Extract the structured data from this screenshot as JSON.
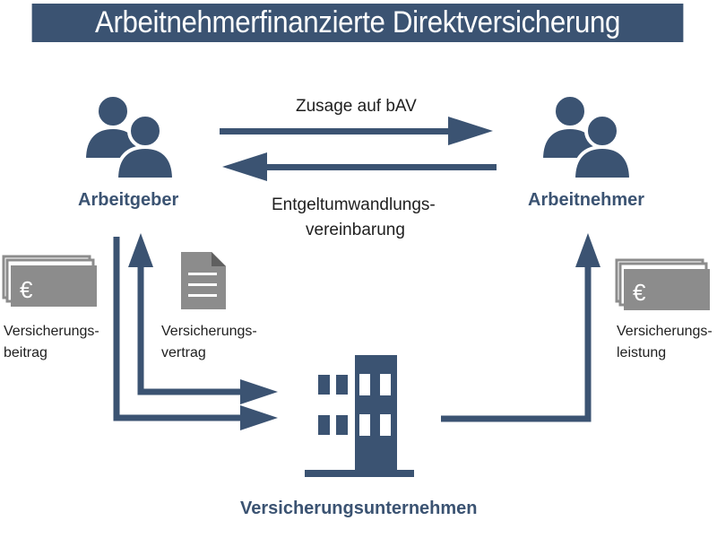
{
  "title": "Arbeitnehmerfinanzierte Direktversicherung",
  "nodes": {
    "employer": "Arbeitgeber",
    "employee": "Arbeitnehmer",
    "insurer": "Versicherungsunternehmen"
  },
  "arrows": {
    "commitment": "Zusage auf bAV",
    "conversion_line1": "Entgeltumwandlungs-",
    "conversion_line2": "vereinbarung"
  },
  "side_labels": {
    "premium_line1": "Versicherungs-",
    "premium_line2": "beitrag",
    "contract_line1": "Versicherungs-",
    "contract_line2": "vertrag",
    "benefit_line1": "Versicherungs-",
    "benefit_line2": "leistung"
  },
  "icons": {
    "currency_symbol": "€",
    "employer_icon": "people-icon",
    "employee_icon": "people-icon",
    "insurer_icon": "building-icon",
    "contract_icon": "document-icon",
    "premium_icon": "banknotes-icon",
    "benefit_icon": "banknotes-icon"
  },
  "colors": {
    "primary": "#3b5372",
    "gray": "#8c8c8c",
    "text": "#1f1f1f"
  }
}
